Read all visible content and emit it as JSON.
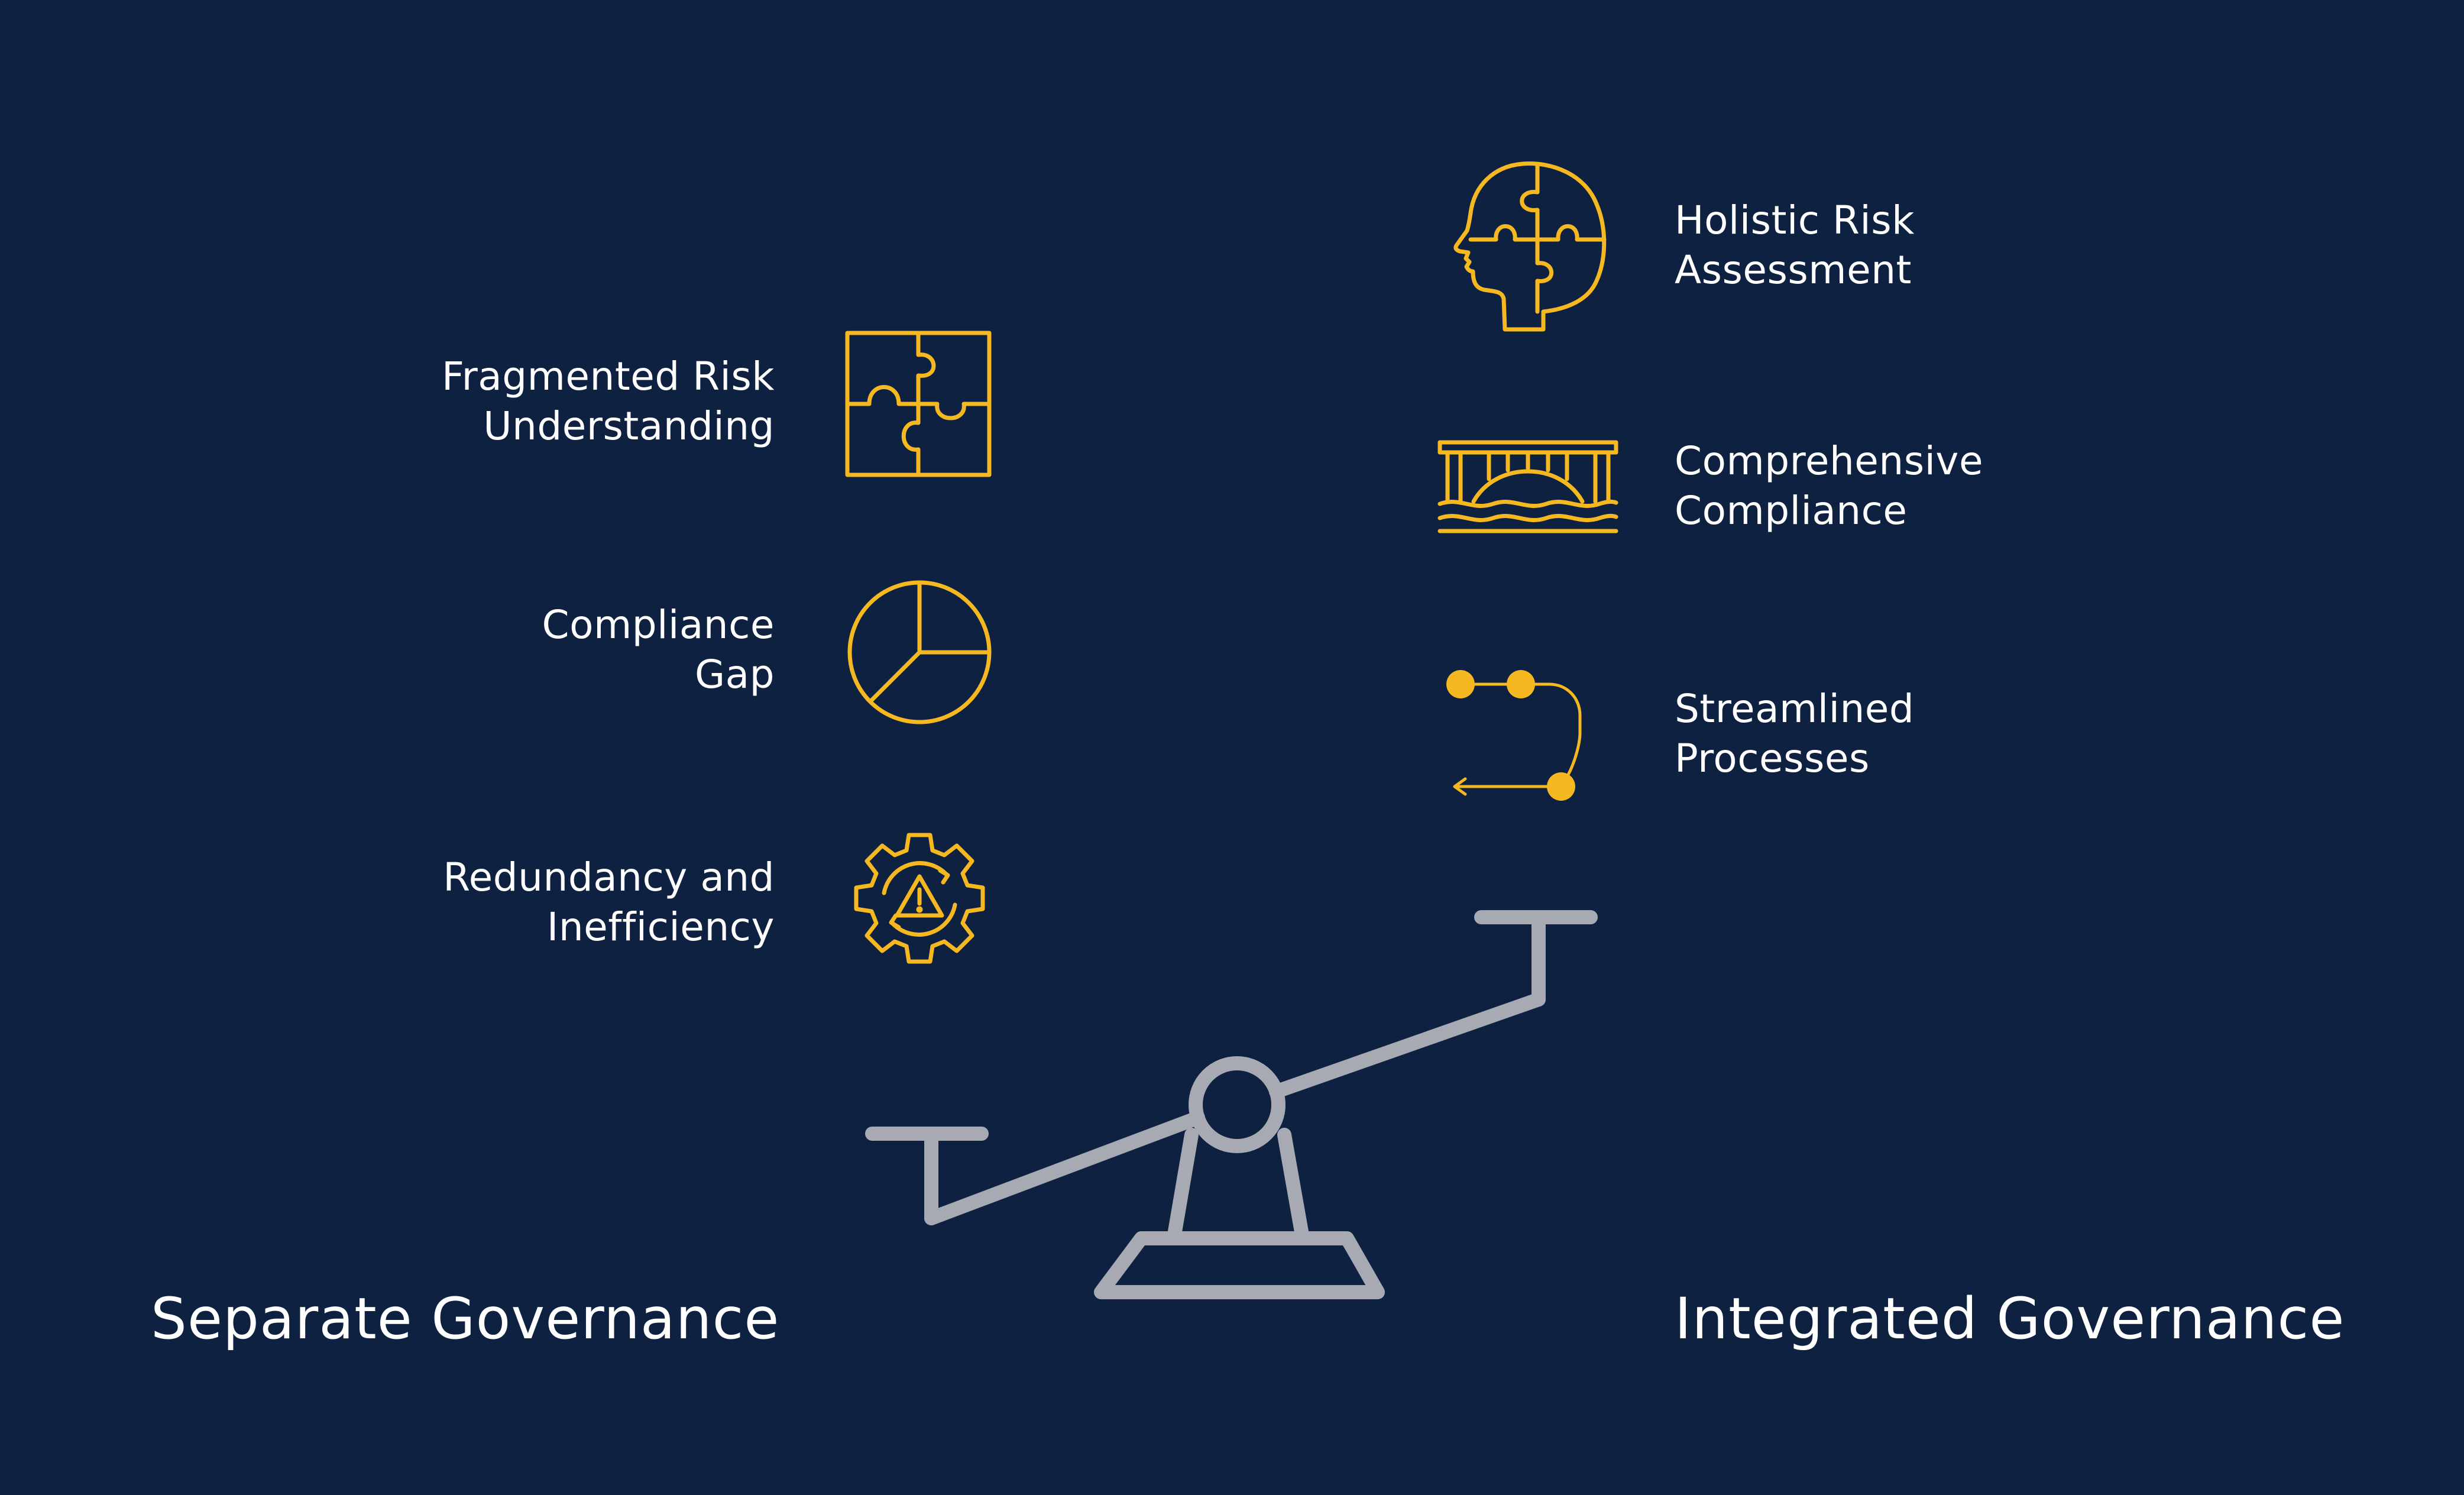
{
  "colors": {
    "background": "#0f2140",
    "icon_accent": "#f5b820",
    "seesaw": "#a7a9b3",
    "text": "#ffffff"
  },
  "left": {
    "heading": "Separate Governance",
    "items": [
      {
        "icon": "puzzle-pieces-icon",
        "lines": [
          "Fragmented Risk",
          "Understanding"
        ]
      },
      {
        "icon": "pie-chart-icon",
        "lines": [
          "Compliance",
          "Gap"
        ]
      },
      {
        "icon": "gear-warning-icon",
        "lines": [
          "Redundancy and",
          "Inefficiency"
        ]
      }
    ]
  },
  "right": {
    "heading": "Integrated Governance",
    "items": [
      {
        "icon": "puzzle-head-icon",
        "lines": [
          "Holistic Risk",
          "Assessment"
        ]
      },
      {
        "icon": "bridge-icon",
        "lines": [
          "Comprehensive",
          "Compliance"
        ]
      },
      {
        "icon": "process-flow-icon",
        "lines": [
          "Streamlined",
          "Processes"
        ]
      }
    ]
  }
}
